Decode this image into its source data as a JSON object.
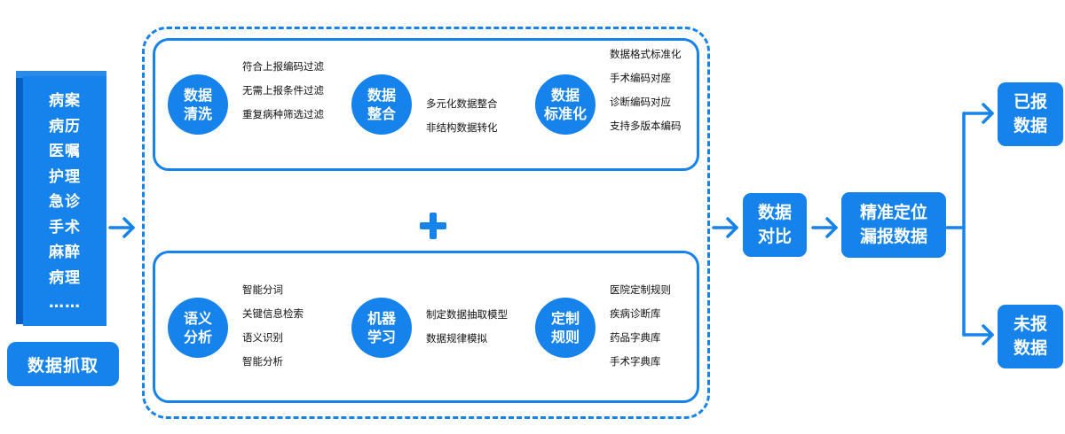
{
  "source": {
    "items": [
      "病案",
      "病历",
      "医嘱",
      "护理",
      "急诊",
      "手术",
      "麻醉",
      "病理",
      "……"
    ],
    "label": "数据抓取"
  },
  "processing": {
    "top": [
      {
        "title": [
          "数据",
          "清洗"
        ],
        "steps": [
          "符合上报编码过滤",
          "无需上报条件过滤",
          "重复病种筛选过滤"
        ]
      },
      {
        "title": [
          "数据",
          "整合"
        ],
        "steps": [
          "多元化数据整合",
          "非结构数据转化"
        ]
      },
      {
        "title": [
          "数据",
          "标准化"
        ],
        "steps": [
          "数据格式标准化",
          "手术编码对座",
          "诊断编码对应",
          "支持多版本编码"
        ]
      }
    ],
    "bottom": [
      {
        "title": [
          "语义",
          "分析"
        ],
        "steps": [
          "智能分词",
          "关键信息检索",
          "语义识别",
          "智能分析"
        ]
      },
      {
        "title": [
          "机器",
          "学习"
        ],
        "steps": [
          "制定数据抽取模型",
          "数据规律模拟"
        ]
      },
      {
        "title": [
          "定制",
          "规则"
        ],
        "steps": [
          "医院定制规则",
          "疾病诊断库",
          "药品字典库",
          "手术字典库"
        ]
      }
    ]
  },
  "compare": [
    "数据",
    "对比"
  ],
  "locate": [
    "精准定位",
    "漏报数据"
  ],
  "outputs": {
    "reported": [
      "已报",
      "数据"
    ],
    "unreported": [
      "未报",
      "数据"
    ]
  },
  "colors": {
    "primary": "#1683ec",
    "dark": "#0a5fc2"
  }
}
